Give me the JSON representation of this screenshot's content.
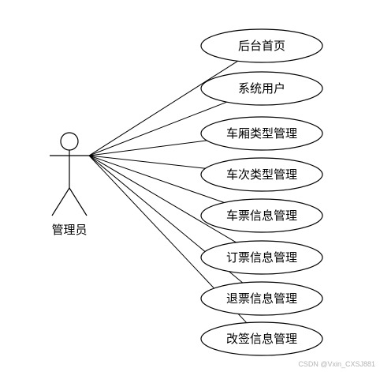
{
  "actor": {
    "label": "管理员"
  },
  "use_cases": [
    {
      "label": "后台首页"
    },
    {
      "label": "系统用户"
    },
    {
      "label": "车厢类型管理"
    },
    {
      "label": "车次类型管理"
    },
    {
      "label": "车票信息管理"
    },
    {
      "label": "订票信息管理"
    },
    {
      "label": "退票信息管理"
    },
    {
      "label": "改签信息管理"
    }
  ],
  "watermark": "CSDN @Vxin_CXSJ881",
  "colors": {
    "stroke": "#000000",
    "fill": "#ffffff",
    "watermark": "#b4b4b4"
  }
}
